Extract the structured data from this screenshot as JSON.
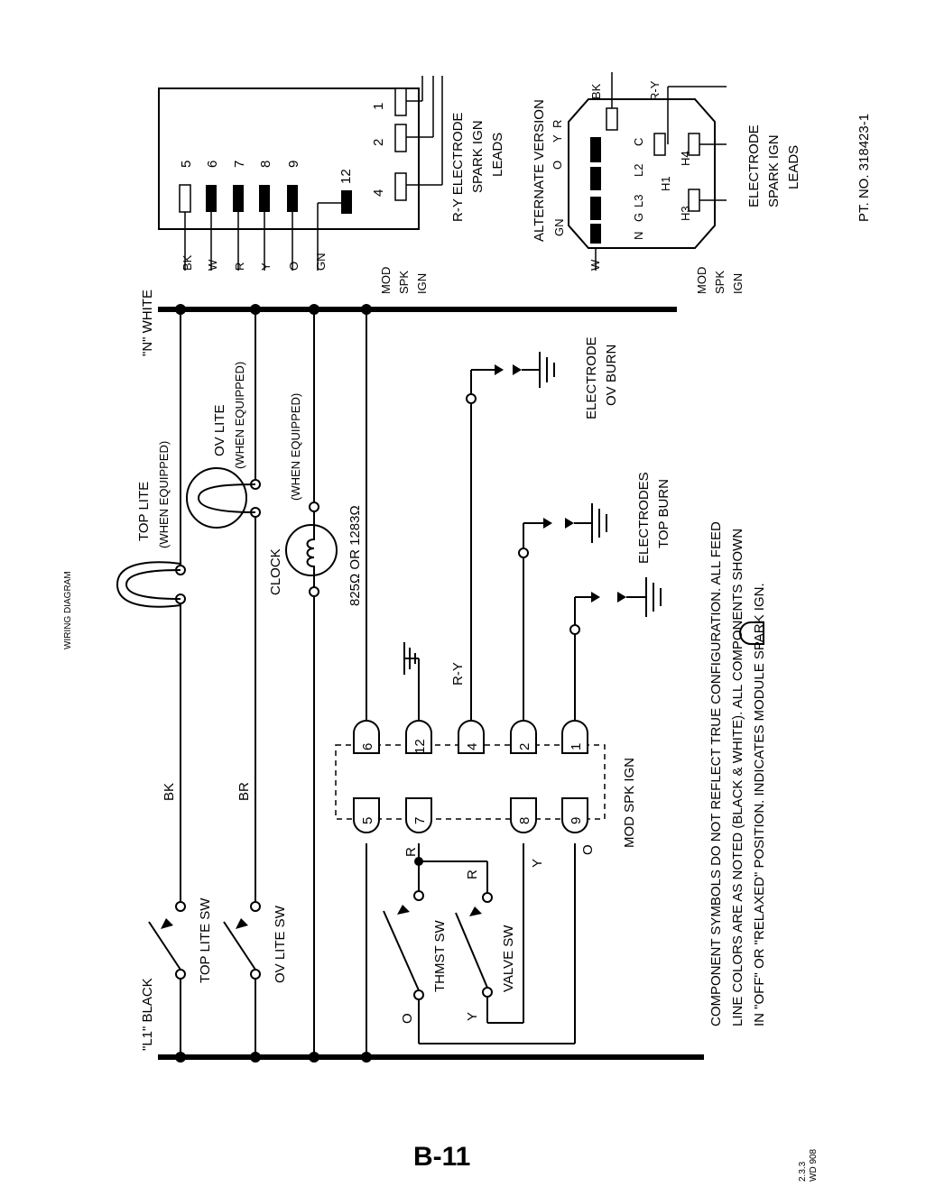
{
  "title": "WIRING DIAGRAM",
  "page_label": "B-11",
  "codes": [
    "2.3.3",
    "WD 908"
  ],
  "part_no": "PT. NO. 318423-1",
  "lines": {
    "l1": "\"L1\" BLACK",
    "n": "\"N\" WHITE"
  },
  "wires": {
    "bk": "BK",
    "br": "BR",
    "o": "O",
    "y": "Y",
    "r": "R",
    "ry": "R-Y"
  },
  "components": {
    "top_lite_sw": "TOP LITE SW",
    "ov_lite_sw": "OV LITE SW",
    "thmst_sw": "THMST SW",
    "valve_sw": "VALVE SW",
    "top_lite": "TOP LITE",
    "top_lite_eq": "(WHEN EQUIPPED)",
    "ov_lite": "OV LITE",
    "ov_lite_eq": "(WHEN EQUIPPED)",
    "clock": "CLOCK",
    "clock_eq": "(WHEN EQUIPPED)",
    "clock_res": "825Ω OR 1283Ω",
    "electrode_ov": [
      "ELECTRODE",
      "OV BURN"
    ],
    "electrodes_top": [
      "ELECTRODES",
      "TOP BURN"
    ],
    "module": "MOD SPK IGN"
  },
  "module_pins": {
    "top_row": [
      "6",
      "12",
      "4",
      "2",
      "1"
    ],
    "bottom_row": [
      "5",
      "7",
      "8",
      "9"
    ]
  },
  "connector": {
    "pins": [
      "5",
      "6",
      "7",
      "8",
      "9",
      "12"
    ],
    "right_pins": [
      "1",
      "2",
      "4"
    ],
    "wire_labels": [
      "BK",
      "W",
      "R",
      "Y",
      "O",
      "GN"
    ],
    "module_label": [
      "MOD",
      "SPK",
      "IGN"
    ],
    "leads_label": [
      "R-Y ELECTRODE",
      "SPARK IGN",
      "LEADS"
    ]
  },
  "alt_version": {
    "title": "ALTERNATE VERSION",
    "top_labels": [
      "BK",
      "R",
      "Y",
      "O",
      "GN"
    ],
    "pin_labels": [
      "N",
      "G",
      "L3",
      "L2",
      "C"
    ],
    "h_labels": [
      "H1",
      "H4",
      "H3"
    ],
    "side_labels": [
      "R-Y",
      "W"
    ],
    "leads_label": [
      "ELECTRODE",
      "SPARK IGN",
      "LEADS"
    ],
    "module_label": [
      "MOD",
      "SPK",
      "IGN"
    ]
  },
  "notes": [
    "COMPONENT SYMBOLS DO NOT REFLECT TRUE CONFIGURATION.  ALL FEED",
    "LINE COLORS ARE AS NOTED (BLACK & WHITE).  ALL COMPONENTS SHOWN",
    "IN \"OFF\" OR \"RELAXED\" POSITION.       INDICATES MODULE SPARK IGN."
  ]
}
